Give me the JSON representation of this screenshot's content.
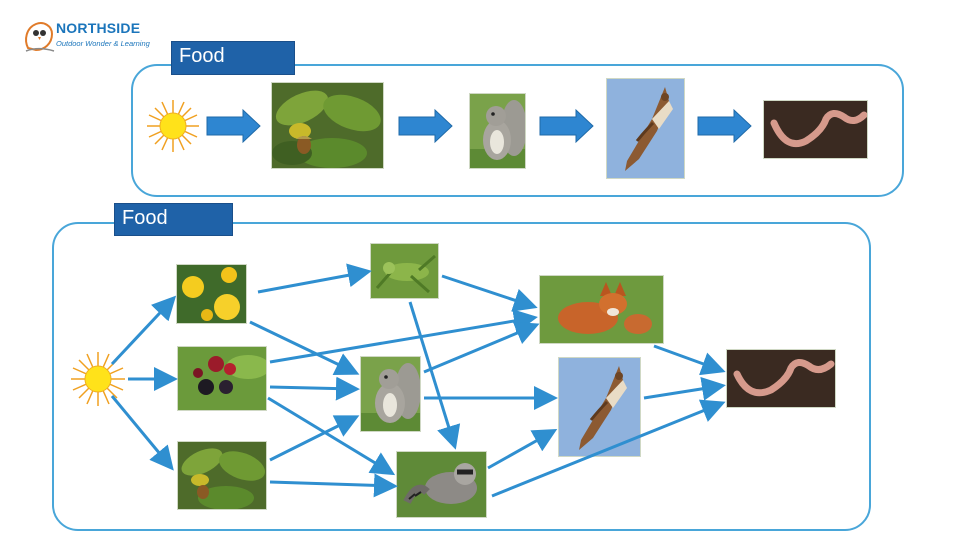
{
  "logo": {
    "title": "NORTHSIDE",
    "subtitle": "Outdoor Wonder & Learning"
  },
  "food_chain": {
    "label": "Food",
    "items": [
      "sun",
      "oak-acorns",
      "squirrel",
      "hawk",
      "earthworm"
    ]
  },
  "food_web": {
    "label": "Food",
    "items": [
      "sun",
      "dandelions",
      "blackberries",
      "oak-acorns",
      "grasshopper",
      "squirrel",
      "raccoon",
      "fox",
      "hawk",
      "earthworm"
    ]
  },
  "colors": {
    "panel_border": "#49a6d9",
    "label_fill": "#1f62a8",
    "arrow": "#2f8fd0",
    "chain_arrow": "#2e86d1"
  },
  "icons": [
    "sun-icon",
    "oak-acorn-photo",
    "squirrel-photo",
    "hawk-photo",
    "earthworm-photo",
    "dandelion-photo",
    "blackberry-photo",
    "grasshopper-photo",
    "fox-photo",
    "raccoon-photo"
  ]
}
